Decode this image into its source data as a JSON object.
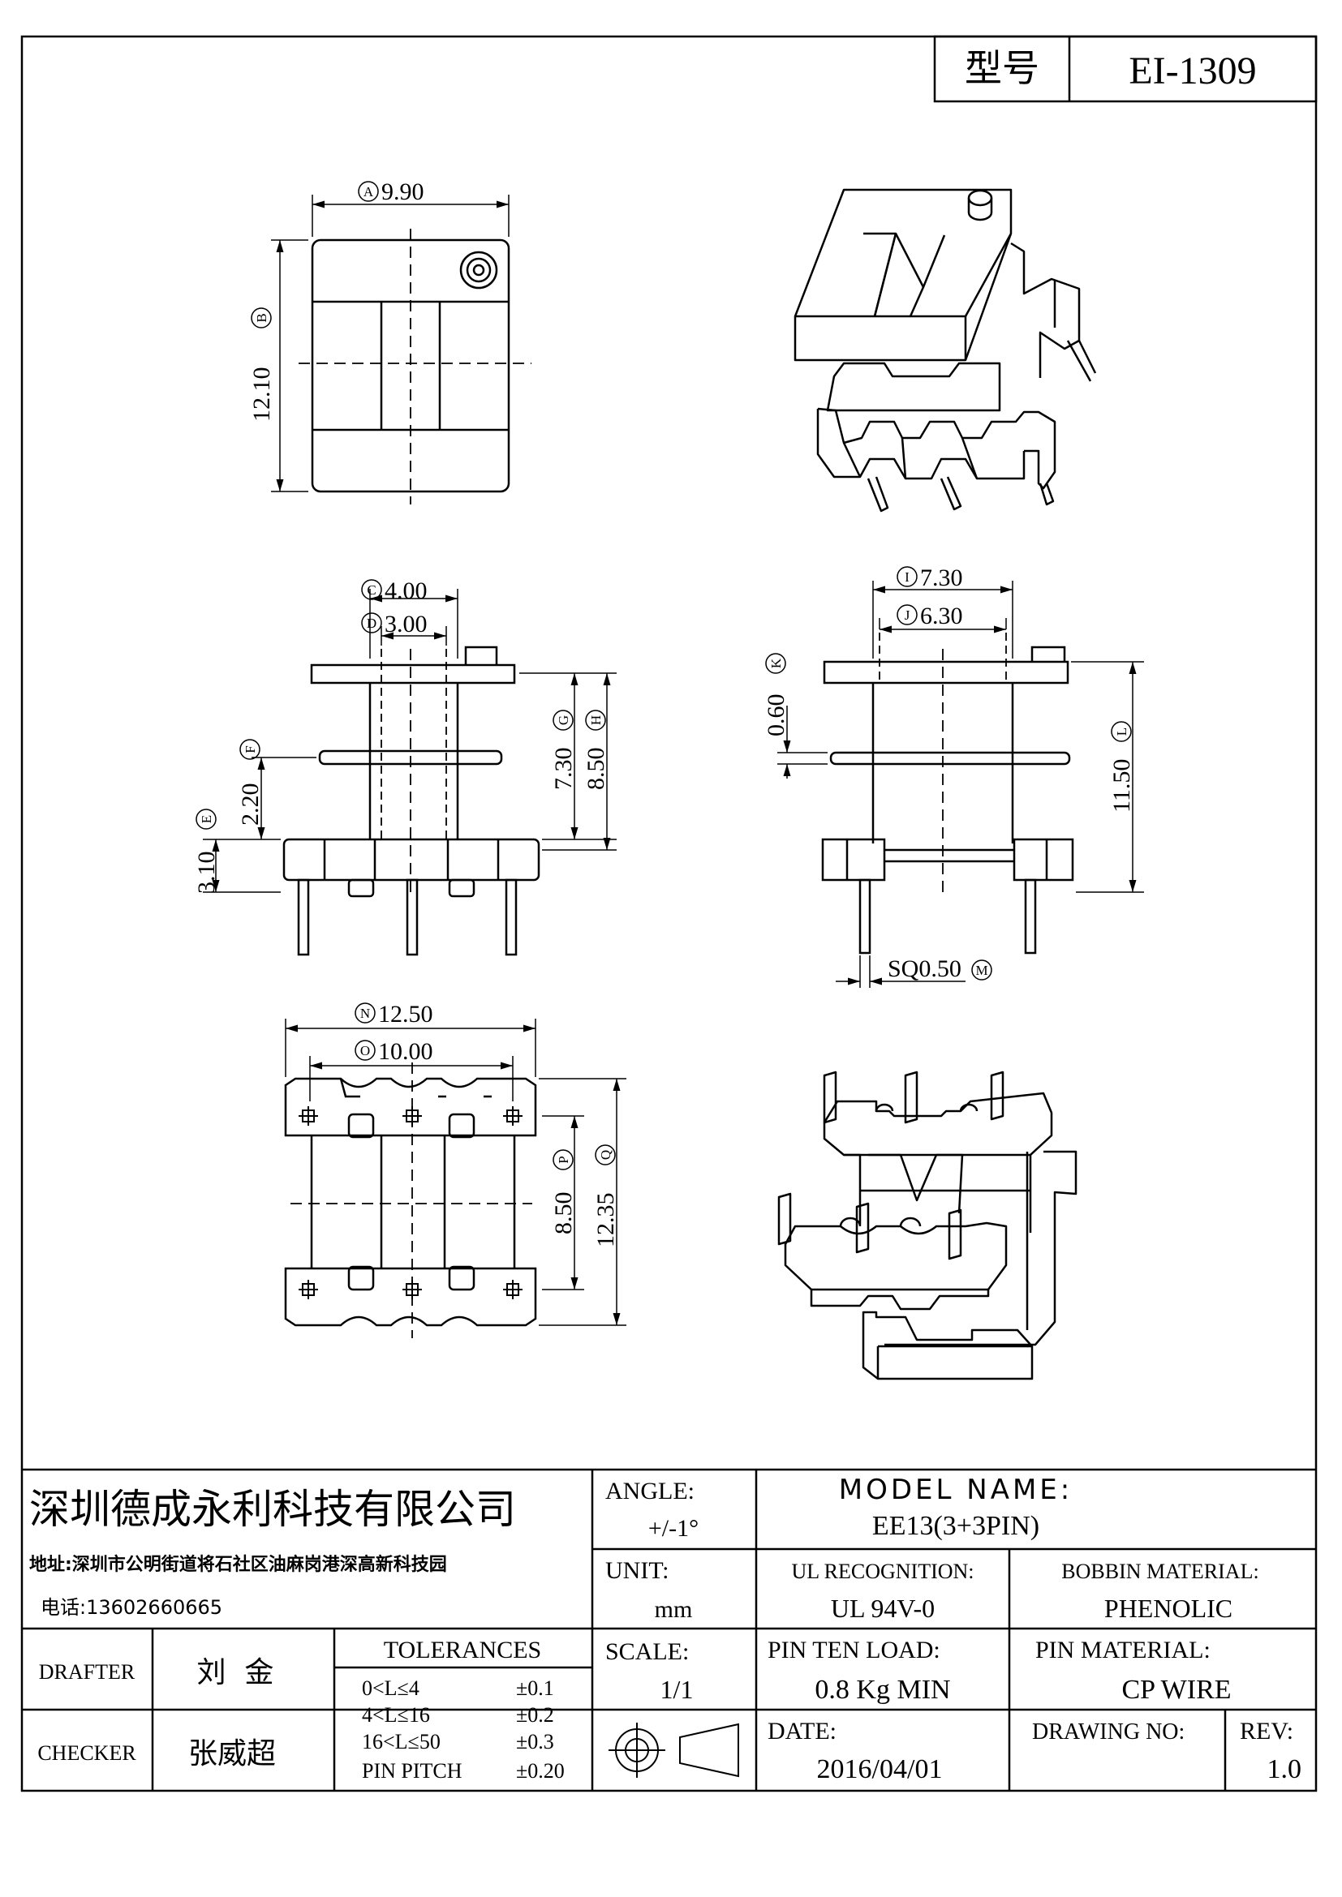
{
  "header": {
    "model_label": "型号",
    "model_value": "EI-1309"
  },
  "dimensions": {
    "A": "9.90",
    "B": "12.10",
    "C": "4.00",
    "D": "3.00",
    "E": "3.10",
    "F": "2.20",
    "G": "7.30",
    "H": "8.50",
    "I": "7.30",
    "J": "6.30",
    "K": "0.60",
    "L": "11.50",
    "M": "SQ0.50",
    "N": "12.50",
    "O": "10.00",
    "P": "8.50",
    "Q": "12.35"
  },
  "letters": {
    "A": "A",
    "B": "B",
    "C": "C",
    "D": "D",
    "E": "E",
    "F": "F",
    "G": "G",
    "H": "H",
    "I": "I",
    "J": "J",
    "K": "K",
    "L": "L",
    "M": "M",
    "N": "N",
    "O": "O",
    "P": "P",
    "Q": "Q"
  },
  "company": {
    "name": "深圳德成永利科技有限公司",
    "address": "地址:深圳市公明街道将石社区油麻岗港深高新科技园",
    "phone": "电话:13602660665"
  },
  "title_block": {
    "angle_label": "ANGLE:",
    "angle_value": "+/-1°",
    "model_name_label": "MODEL NAME:",
    "model_name_value": "EE13(3+3PIN)",
    "unit_label": "UNIT:",
    "unit_value": "mm",
    "ul_label": "UL RECOGNITION:",
    "ul_value": "UL 94V-0",
    "bobbin_label": "BOBBIN MATERIAL:",
    "bobbin_value": "PHENOLIC",
    "drafter_label": "DRAFTER",
    "drafter_value": "刘  金",
    "checker_label": "CHECKER",
    "checker_value": "张威超",
    "tolerances_label": "TOLERANCES",
    "tolerances": [
      {
        "range": "0<L≤4",
        "value": "±0.1"
      },
      {
        "range": "4<L≤16",
        "value": "±0.2"
      },
      {
        "range": "16<L≤50",
        "value": "±0.3"
      },
      {
        "range": "PIN PITCH",
        "value": "±0.20"
      }
    ],
    "scale_label": "SCALE:",
    "scale_value": "1/1",
    "pin_load_label": "PIN TEN LOAD:",
    "pin_load_value": "0.8 Kg MIN",
    "pin_material_label": "PIN MATERIAL:",
    "pin_material_value": "CP WIRE",
    "date_label": "DATE:",
    "date_value": "2016/04/01",
    "drawing_no_label": "DRAWING NO:",
    "rev_label": "REV:",
    "rev_value": "1.0"
  }
}
